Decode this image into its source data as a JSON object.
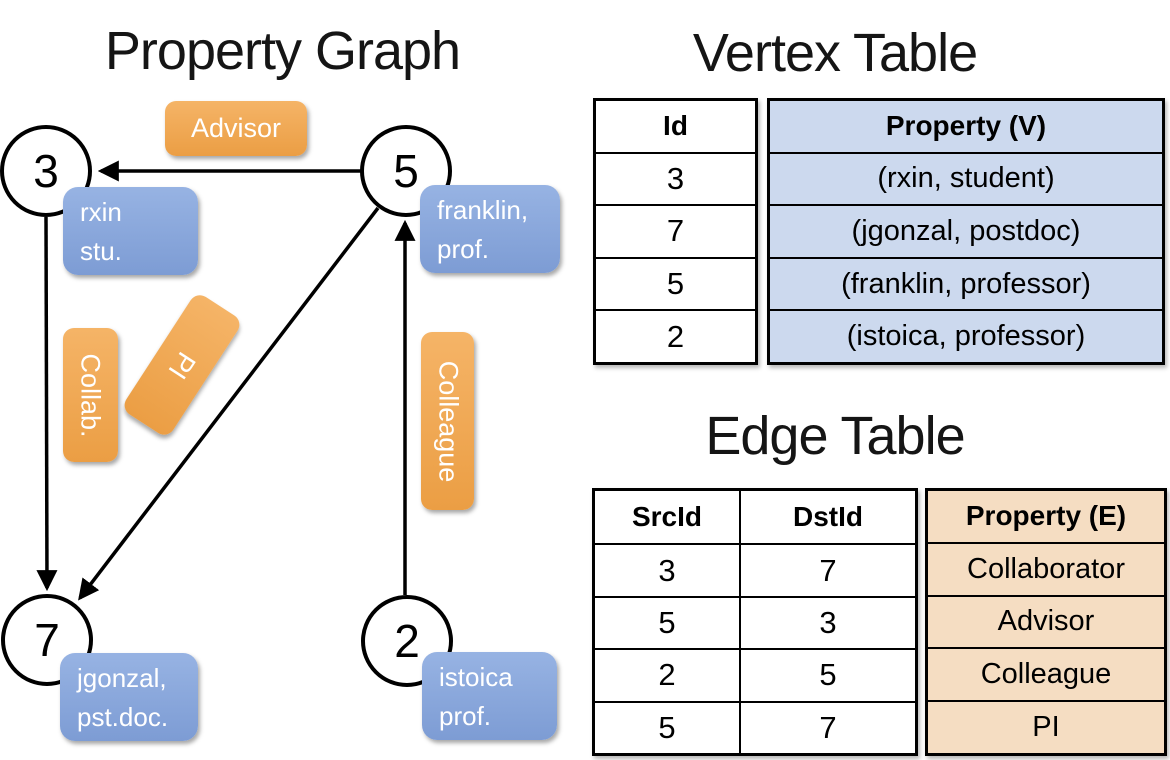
{
  "titles": {
    "graph": "Property Graph",
    "vertex_table": "Vertex Table",
    "edge_table": "Edge Table"
  },
  "graph": {
    "nodes": [
      {
        "id": "3",
        "line1": "rxin",
        "line2": "stu."
      },
      {
        "id": "5",
        "line1": "franklin,",
        "line2": "prof."
      },
      {
        "id": "7",
        "line1": "jgonzal,",
        "line2": "pst.doc."
      },
      {
        "id": "2",
        "line1": "istoica",
        "line2": "prof."
      }
    ],
    "edge_labels": {
      "advisor": "Advisor",
      "collab": "Collab.",
      "pi": "PI",
      "colleague": "Colleague"
    }
  },
  "vertex_table": {
    "headers": {
      "id": "Id",
      "property": "Property (V)"
    },
    "rows": [
      {
        "id": "3",
        "property": "(rxin, student)"
      },
      {
        "id": "7",
        "property": "(jgonzal, postdoc)"
      },
      {
        "id": "5",
        "property": "(franklin, professor)"
      },
      {
        "id": "2",
        "property": "(istoica, professor)"
      }
    ]
  },
  "edge_table": {
    "headers": {
      "src": "SrcId",
      "dst": "DstId",
      "property": "Property (E)"
    },
    "rows": [
      {
        "src": "3",
        "dst": "7",
        "property": "Collaborator"
      },
      {
        "src": "5",
        "dst": "3",
        "property": "Advisor"
      },
      {
        "src": "2",
        "dst": "5",
        "property": "Colleague"
      },
      {
        "src": "5",
        "dst": "7",
        "property": "PI"
      }
    ]
  },
  "colors": {
    "edge_label_orange": "#f0a74f",
    "vertex_label_blue": "#88a7db",
    "vertex_table_fill": "#ccd9ee",
    "edge_table_fill": "#f5ddc2"
  }
}
